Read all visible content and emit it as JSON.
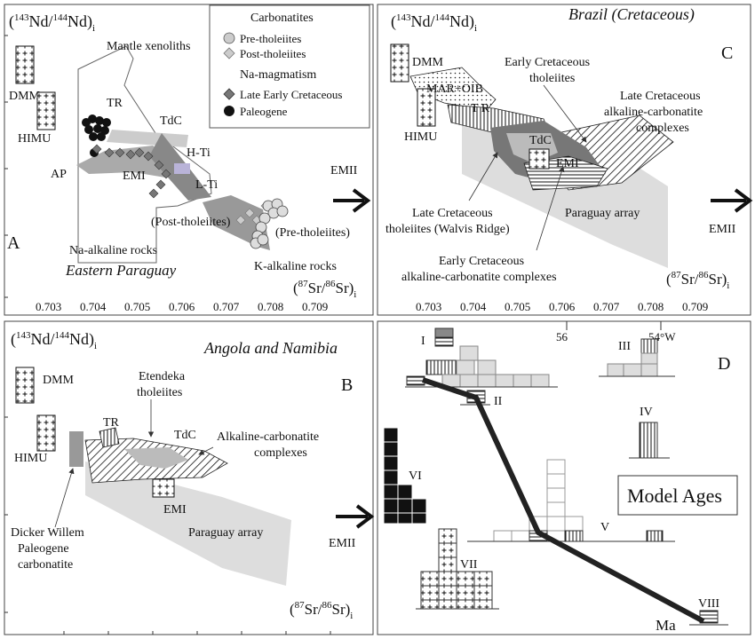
{
  "panelA": {
    "letter": "A",
    "ylabel": "(143Nd/144Nd)i",
    "xlabel": "(87Sr/86Sr)i",
    "region": "Eastern Paraguay",
    "xticks": [
      "0.703",
      "0.704",
      "0.705",
      "0.706",
      "0.707",
      "0.708",
      "0.709"
    ],
    "labels": {
      "dmm": "DMM",
      "himu": "HIMU",
      "mantle": "Mantle xenoliths",
      "tr": "TR",
      "tdc": "TdC",
      "hti": "H-Ti",
      "lti": "L-Ti",
      "emi": "EMI",
      "ap": "AP",
      "post": "(Post-tholeiites)",
      "pre": "(Pre-tholeiites)",
      "na_rocks": "Na-alkaline rocks",
      "k_rocks": "K-alkaline rocks",
      "emii": "EMII"
    },
    "legend": {
      "carbonatites": "Carbonatites",
      "pre": "Pre-tholeiites",
      "post": "Post-tholeiites",
      "na_magmatism": "Na-magmatism",
      "late_early": "Late Early Cretaceous",
      "paleogene": "Paleogene"
    }
  },
  "panelC": {
    "letter": "C",
    "ylabel": "(143Nd/144Nd)i",
    "xlabel": "(87Sr/86Sr)i",
    "region": "Brazil (Cretaceous)",
    "xticks": [
      "0.703",
      "0.704",
      "0.705",
      "0.706",
      "0.707",
      "0.708",
      "0.709"
    ],
    "labels": {
      "dmm": "DMM",
      "himu": "HIMU",
      "mar": "MAR+OIB",
      "tr": "T R",
      "tdc": "TdC",
      "emi": "EMI",
      "early_thol": "Early Cretaceous tholeiites",
      "late_alk": "Late Cretaceous alkaline-carbonatite complexes",
      "late_thol": "Late Cretaceous tholeiites (Walvis Ridge)",
      "paraguay": "Paraguay array",
      "early_alk": "Early Cretaceous alkaline-carbonatite complexes",
      "emii": "EMII"
    }
  },
  "panelB": {
    "letter": "B",
    "ylabel": "(143Nd/144Nd)i",
    "xlabel": "(87Sr/86Sr)i",
    "region": "Angola and Namibia",
    "labels": {
      "dmm": "DMM",
      "himu": "HIMU",
      "tr": "TR",
      "tdc": "TdC",
      "emi": "EMI",
      "etendeka": "Etendeka tholeiites",
      "alk": "Alkaline-carbonatite complexes",
      "paraguay": "Paraguay array",
      "dicker": "Dicker Willem Paleogene carbonatite",
      "emii": "EMII"
    }
  },
  "panelD": {
    "letter": "D",
    "title": "Model Ages",
    "lon56": "56",
    "lon54": "54°W",
    "ma": "Ma",
    "groups": [
      "I",
      "II",
      "III",
      "IV",
      "V",
      "VI",
      "VII",
      "VIII"
    ]
  }
}
